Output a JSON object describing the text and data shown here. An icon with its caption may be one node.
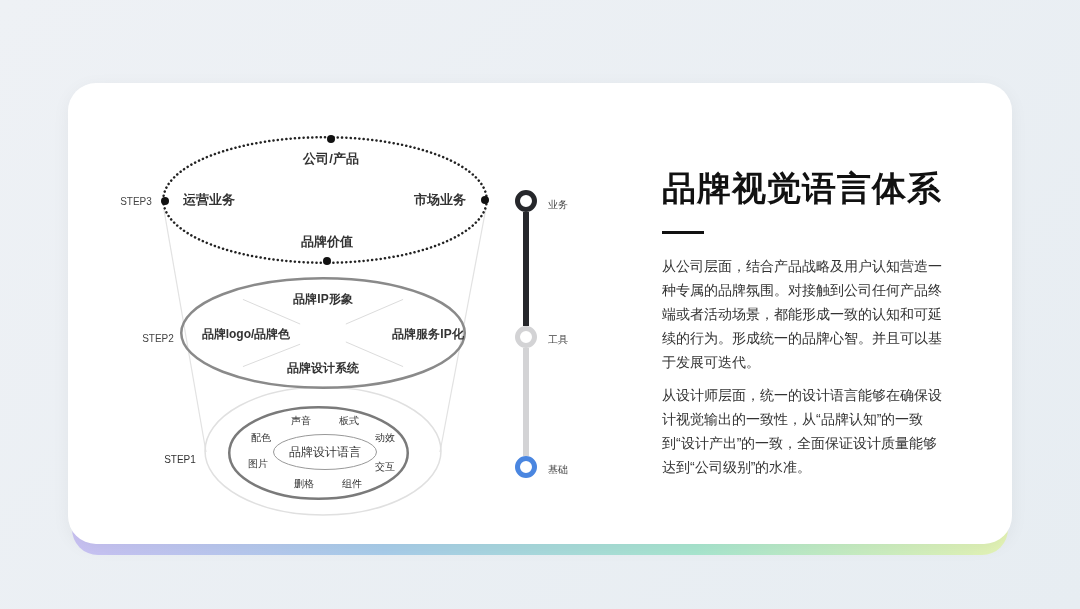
{
  "diagram": {
    "title": "品牌视觉语言体系",
    "nodes": [
      {
        "text": [
          "公司/产品",
          "运营业务",
          "市场业务",
          "品牌价值"
        ],
        "beside": [
          "STEP3"
        ]
      },
      {
        "text": [
          "品牌IP形象",
          "品牌logo/品牌色",
          "品牌服务IP化",
          "品牌设计系统"
        ],
        "beside": [
          "STEP2"
        ]
      },
      {
        "text": [
          "声音",
          "板式",
          "配色",
          "动效",
          "图片",
          "交互",
          "删格",
          "组件"
        ]
      },
      {
        "text": [
          "品牌设计语言"
        ],
        "in": 2
      },
      {
        "text": [],
        "shape": "circle",
        "beside": [
          "业务"
        ]
      },
      {
        "text": [],
        "shape": "circle",
        "beside": [
          "工具"
        ]
      },
      {
        "text": [],
        "shape": "circle",
        "beside": [
          "基础"
        ]
      }
    ],
    "edges": [
      {
        "from": 4,
        "to": 5,
        "arrow": "none",
        "color": "#26272b"
      },
      {
        "from": 5,
        "to": 6,
        "arrow": "none",
        "color": "#d3d3d5"
      }
    ],
    "labels": [
      "STEP1",
      "从公司层面，结合产品战略及用户认知营造一种专属的品牌氛围。对接触到公司任何产品终端或者活动场景，都能形成一致的认知和可延续的行为。形成统一的品牌心智。并且可以基于发展可迭代。",
      "从设计师层面，统一的设计语言能够在确保设计视觉输出的一致性，从“品牌认知”的一致到“设计产出”的一致，全面保证设计质量能够达到“公司级别”的水准。"
    ]
  }
}
